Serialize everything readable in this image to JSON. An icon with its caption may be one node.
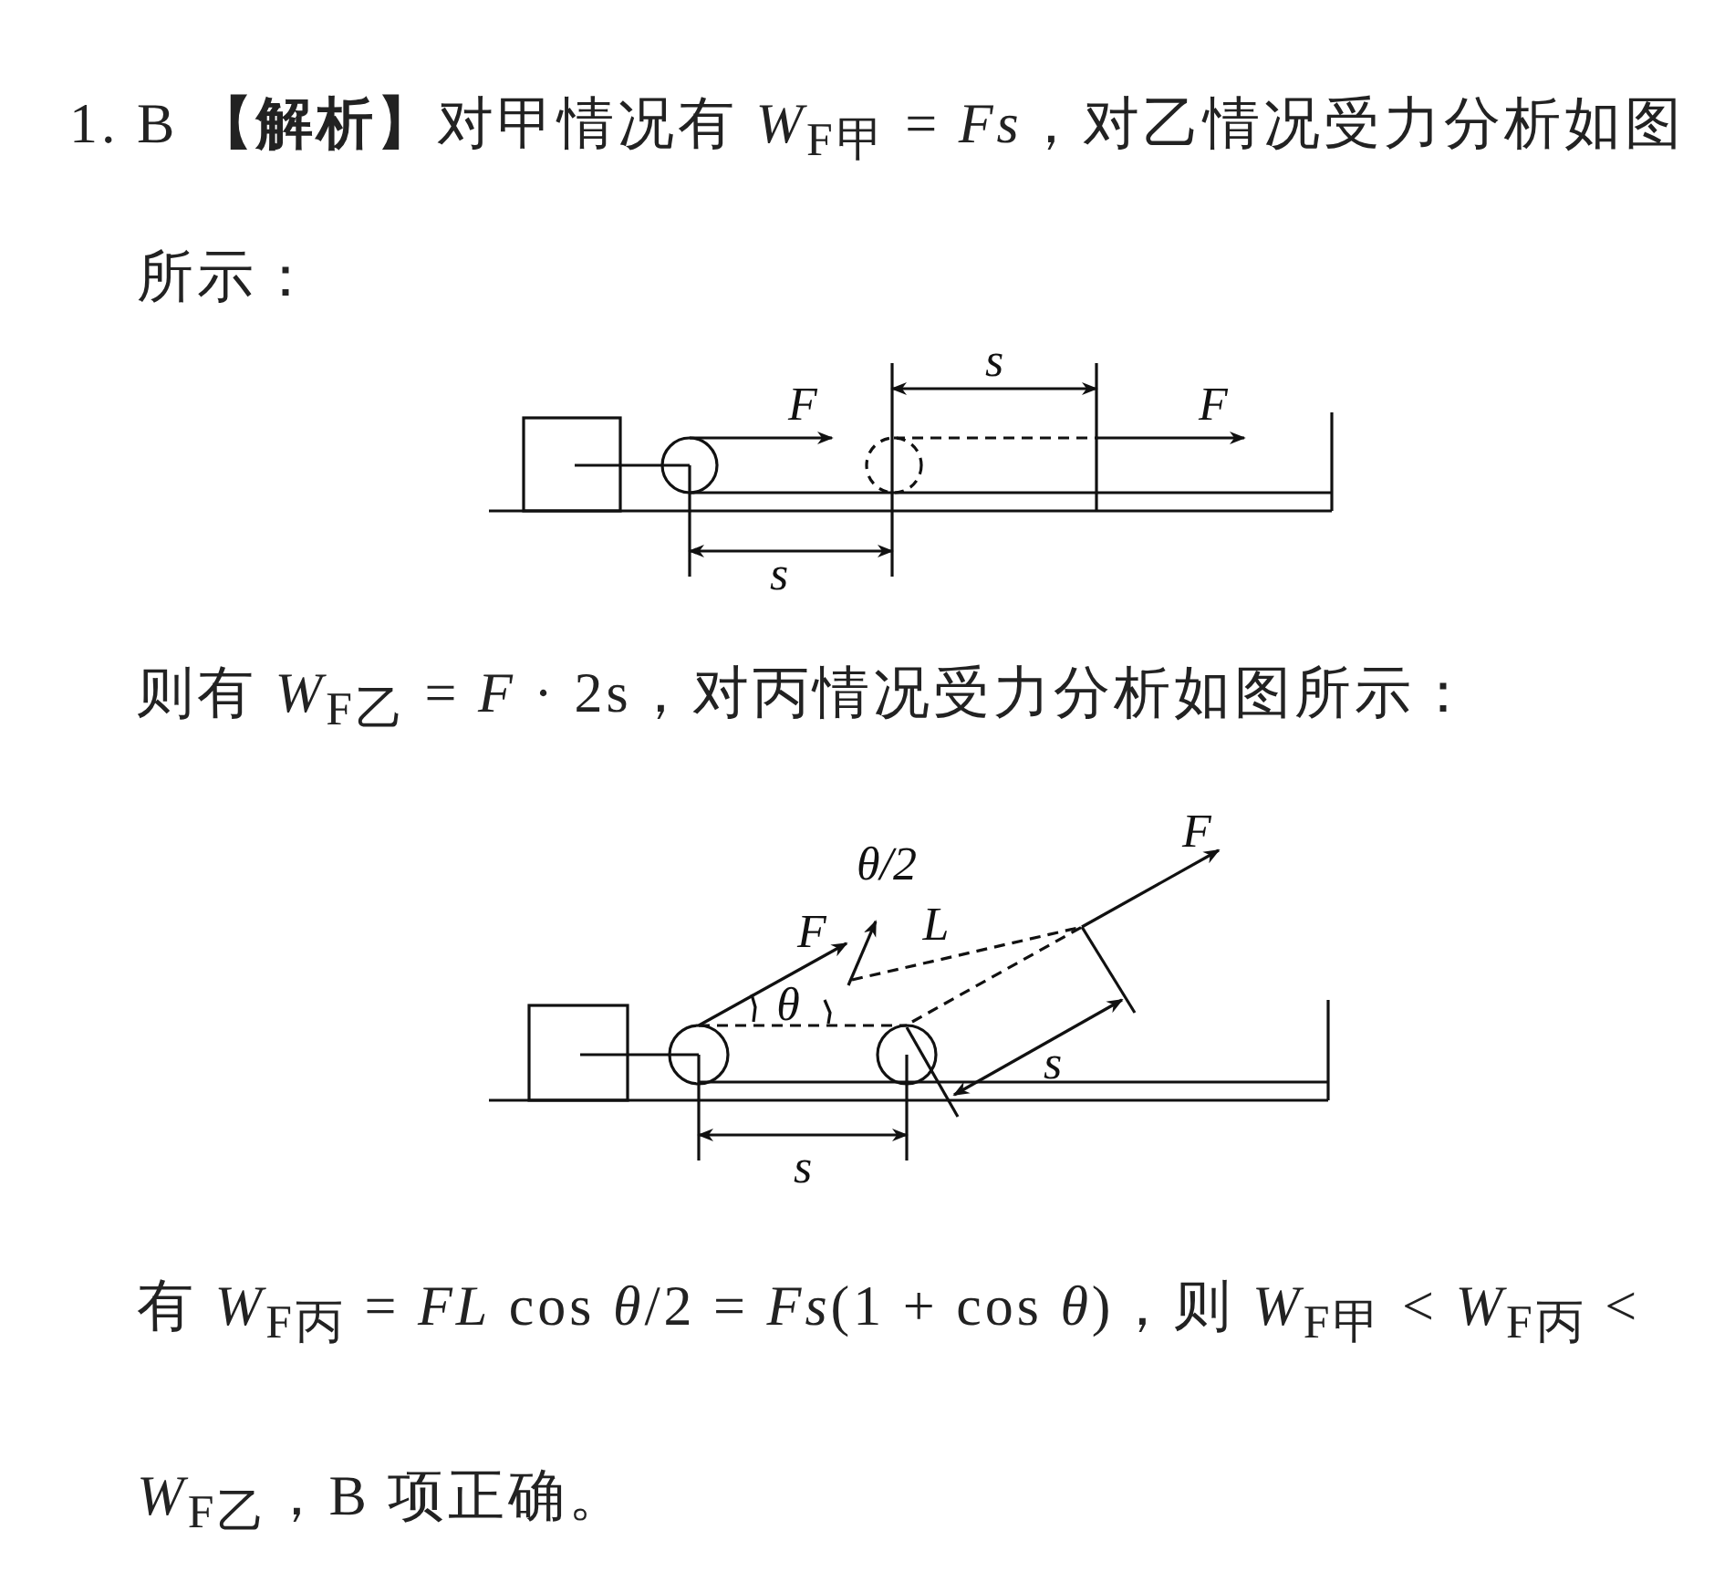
{
  "diagram": {
    "labels": [
      "1. B **【解析】**对甲情况有 *W*$_{F甲}$ = *Fs*，对乙情况受力分析如图所示：",
      "s",
      "F",
      "F",
      "s",
      "则有 *W*$_{F乙}$ = *F* · 2s，对丙情况受力分析如图所示：",
      "θ/2",
      "F",
      "F",
      "L",
      "θ",
      "s",
      "s",
      "有 *W*$_{F丙}$ = *FL* cos *θ*/2 = *Fs*(1 + cos *θ*)，则 *W*$_{F甲}$ < *W*$_{F丙}$ < *W*$_{F乙}$，B 项正确。"
    ]
  }
}
